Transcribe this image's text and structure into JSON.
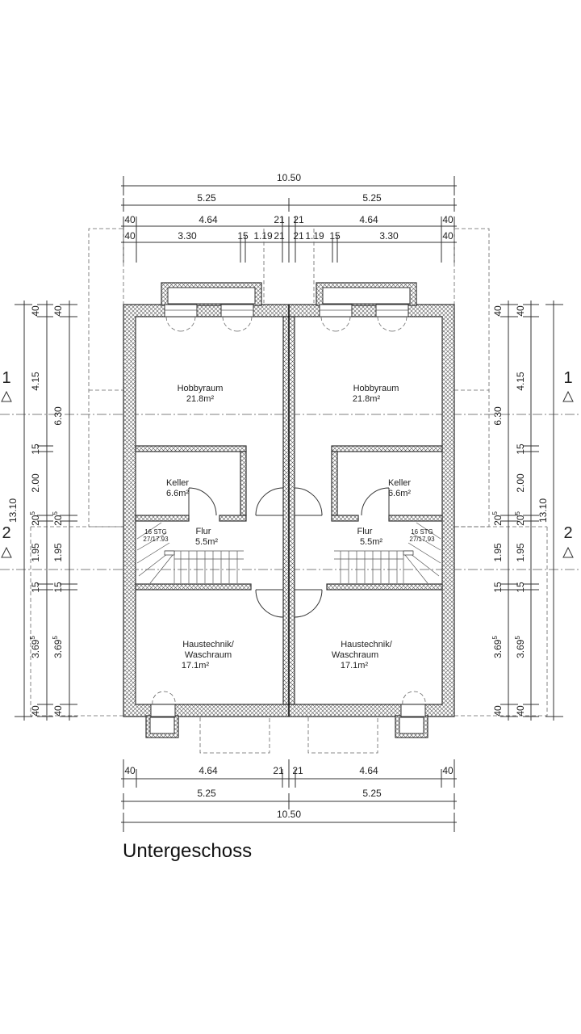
{
  "title": "Untergeschoss",
  "dims": {
    "total_width": "10.50",
    "half_width": "5.25",
    "wall_outer": "40",
    "inner_width": "4.64",
    "party_wall": "21",
    "sub_a": "3.30",
    "sub_b": "15",
    "sub_c": "1.19",
    "total_depth": "13.10",
    "depth_a": "6.30",
    "d1": "4.15",
    "d2": "15",
    "d3": "2.00",
    "d4": "20",
    "d5": "1.95",
    "d6": "3.69",
    "sup5": "5"
  },
  "sections": {
    "s1": "1",
    "s2": "2"
  },
  "rooms": {
    "hobby_name": "Hobbyraum",
    "hobby_area": "21.8m²",
    "keller_name": "Keller",
    "keller_area": "6.6m²",
    "flur_name": "Flur",
    "flur_area": "5.5m²",
    "tech_name_1": "Haustechnik/",
    "tech_name_2": "Waschraum",
    "tech_area": "17.1m²"
  },
  "stair": {
    "steps": "16 STG",
    "ratio": "27/17.93"
  }
}
